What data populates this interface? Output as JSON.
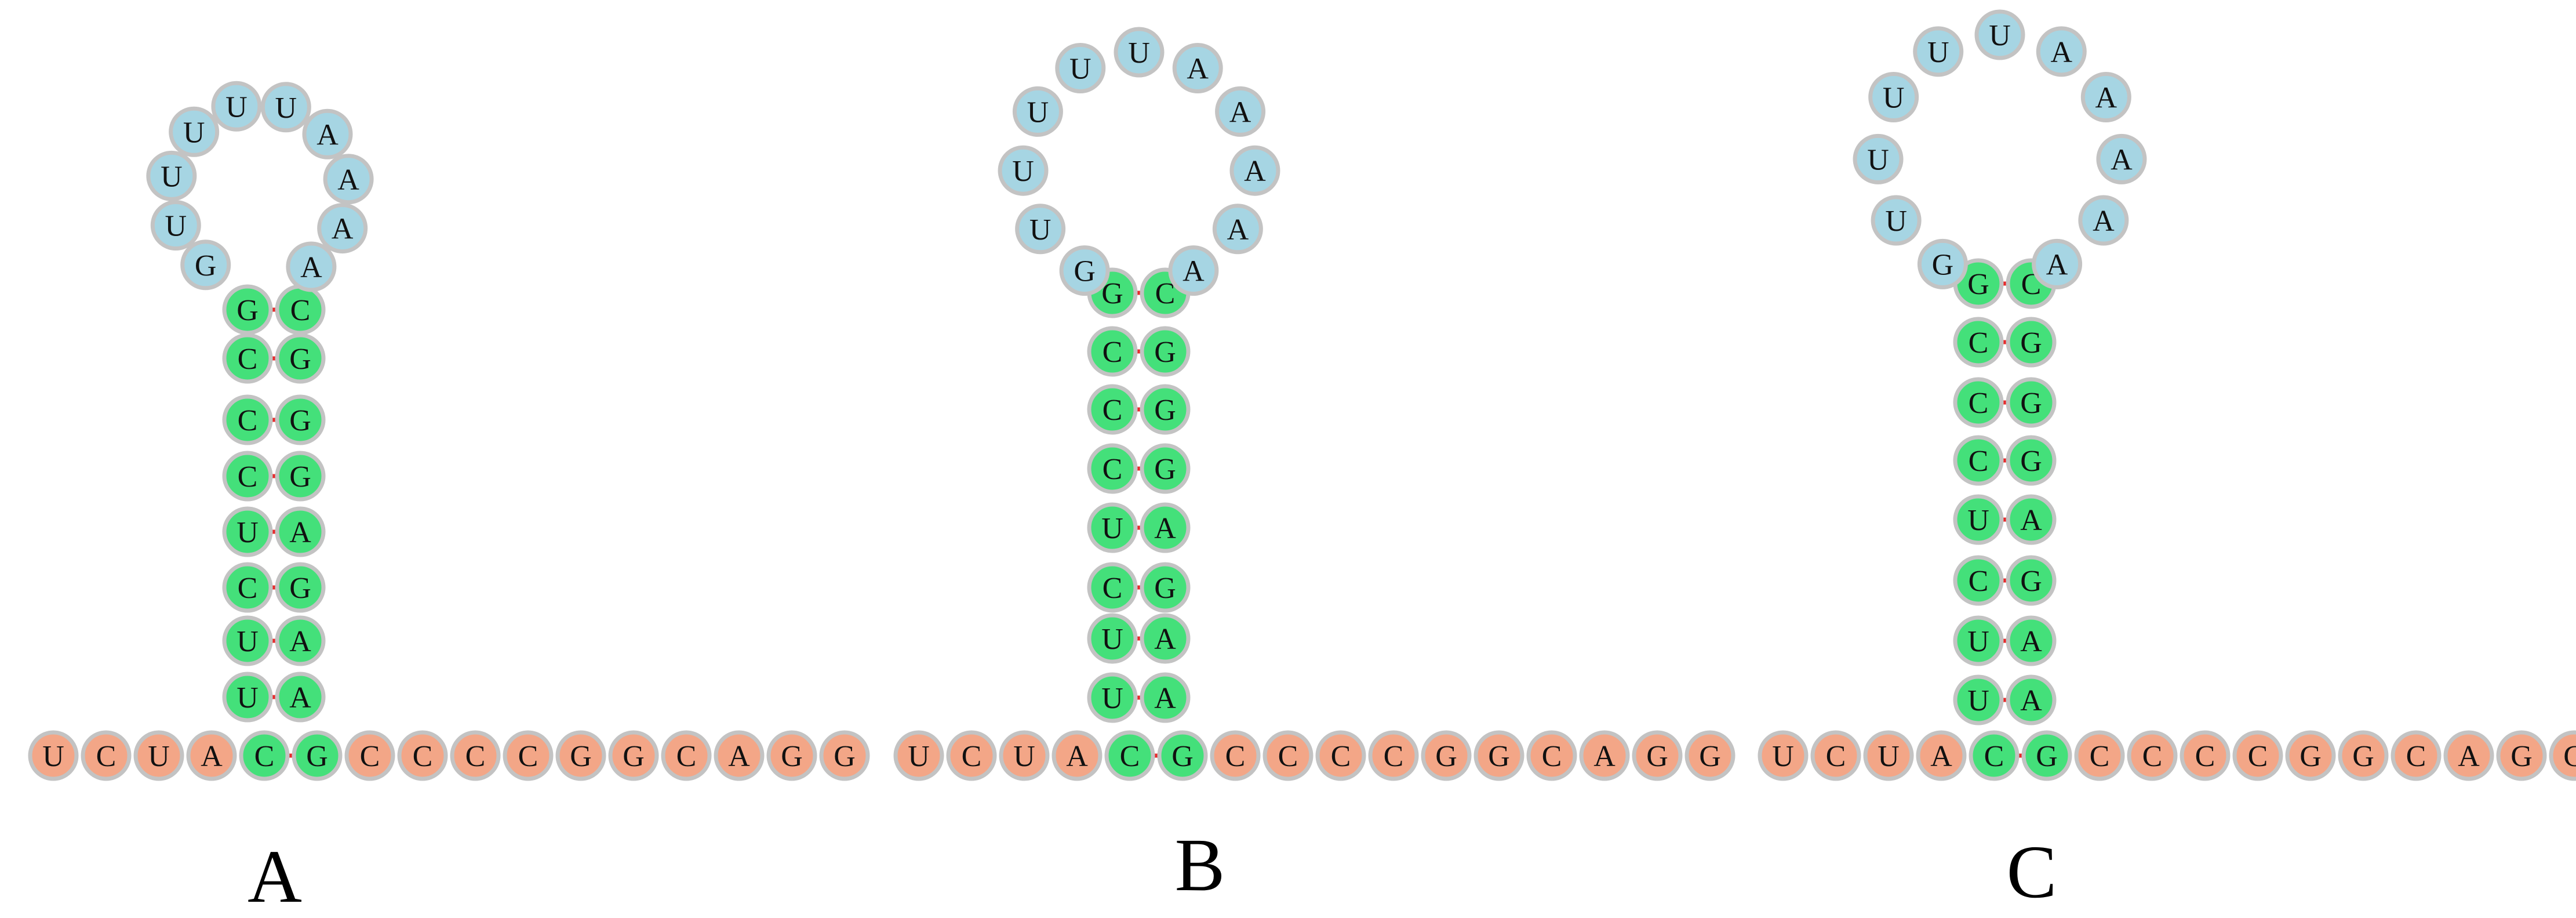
{
  "colors": {
    "loop": "#a6d5e3",
    "stem": "#44e07a",
    "tail": "#f3a687",
    "rim": "#c3c3c3",
    "bond": "#e8292b",
    "text": "#111111"
  },
  "panels": [
    {
      "label": "A",
      "tail": [
        "U",
        "C",
        "U",
        "A",
        "C",
        "G",
        "C",
        "C",
        "C",
        "C",
        "G",
        "G",
        "C",
        "A",
        "G",
        "G"
      ],
      "stem_pairs": [
        [
          "U",
          "A"
        ],
        [
          "U",
          "A"
        ],
        [
          "C",
          "G"
        ],
        [
          "U",
          "A"
        ],
        [
          "C",
          "G"
        ],
        [
          "C",
          "G"
        ],
        [
          "C",
          "G"
        ],
        [
          "G",
          "C"
        ]
      ],
      "loop": [
        "G",
        "U",
        "U",
        "U",
        "U",
        "U",
        "A",
        "A",
        "A",
        "A"
      ]
    },
    {
      "label": "B",
      "tail": [
        "U",
        "C",
        "U",
        "A",
        "C",
        "G",
        "C",
        "C",
        "C",
        "C",
        "G",
        "G",
        "C",
        "A",
        "G",
        "G"
      ],
      "stem_pairs": [
        [
          "U",
          "A"
        ],
        [
          "U",
          "A"
        ],
        [
          "C",
          "G"
        ],
        [
          "U",
          "A"
        ],
        [
          "C",
          "G"
        ],
        [
          "C",
          "G"
        ],
        [
          "C",
          "G"
        ],
        [
          "G",
          "C"
        ]
      ],
      "loop": [
        "G",
        "U",
        "U",
        "U",
        "U",
        "U",
        "A",
        "A",
        "A",
        "A",
        "A"
      ]
    },
    {
      "label": "C",
      "tail": [
        "U",
        "C",
        "U",
        "A",
        "C",
        "G",
        "C",
        "C",
        "C",
        "C",
        "G",
        "G",
        "C",
        "A",
        "G",
        "G"
      ],
      "stem_pairs": [
        [
          "U",
          "A"
        ],
        [
          "U",
          "A"
        ],
        [
          "C",
          "G"
        ],
        [
          "U",
          "A"
        ],
        [
          "C",
          "G"
        ],
        [
          "C",
          "G"
        ],
        [
          "C",
          "G"
        ],
        [
          "G",
          "C"
        ]
      ],
      "loop": [
        "G",
        "U",
        "U",
        "U",
        "U",
        "U",
        "A",
        "A",
        "A",
        "A",
        "A"
      ]
    }
  ]
}
